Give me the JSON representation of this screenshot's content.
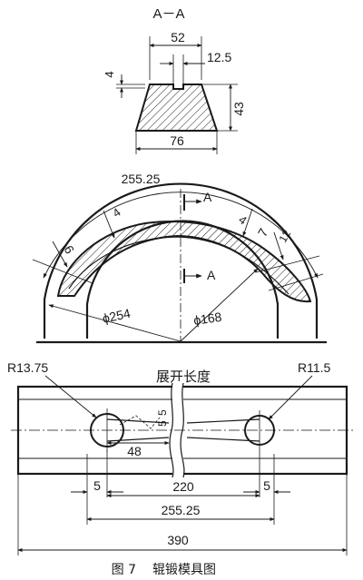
{
  "section": {
    "title": "A－A",
    "dims": {
      "top_width": "52",
      "slot_width": "12.5",
      "slot_depth": "4",
      "height": "43",
      "bottom_width": "76"
    }
  },
  "arc_view": {
    "chord_length": "255.25",
    "section_marks": [
      "A",
      "A"
    ],
    "dims": {
      "left_thickness": "4",
      "right_thickness": "4",
      "left_end": "6",
      "right_end_a": "7",
      "right_end_b": "12",
      "outer_diameter": "ϕ254",
      "inner_diameter": "ϕ168"
    }
  },
  "plan_view": {
    "caption": "展开长度",
    "left_radius": "R13.75",
    "right_radius": "R11.5",
    "small_a": "5",
    "small_b": "5",
    "small_c": "48",
    "left_margin": "5",
    "right_margin": "5",
    "hole_spacing": "220",
    "developed_length": "255.25",
    "total_length": "390"
  },
  "figure_caption": {
    "number": "图 7",
    "title": "辊锻模具图"
  }
}
